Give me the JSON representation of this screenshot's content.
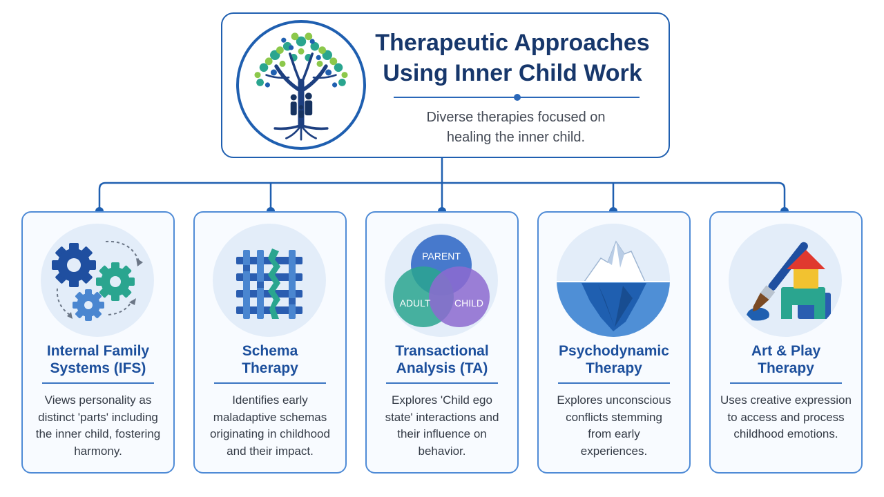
{
  "header": {
    "title_line1": "Therapeutic Approaches",
    "title_line2": "Using Inner Child Work",
    "subtitle_line1": "Diverse therapies focused on",
    "subtitle_line2": "healing the inner child."
  },
  "colors": {
    "primary": "#1f5fb0",
    "title": "#17376b",
    "card_title": "#1c4f9c",
    "card_border": "#4f8bd6",
    "icon_bg": "#e3edf9"
  },
  "cards": [
    {
      "title_line1": "Internal Family",
      "title_line2": "Systems (IFS)",
      "desc": [
        "Views personality as",
        "distinct 'parts' including",
        "the inner child, fostering",
        "harmony."
      ],
      "icon": "gears-icon"
    },
    {
      "title_line1": "Schema",
      "title_line2": "Therapy",
      "desc": [
        "Identifies early",
        "maladaptive schemas",
        "originating in childhood",
        "and their impact."
      ],
      "icon": "woven-grid-icon"
    },
    {
      "title_line1": "Transactional",
      "title_line2": "Analysis (TA)",
      "desc": [
        "Explores 'Child ego",
        "state' interactions and",
        "their influence on",
        "behavior."
      ],
      "icon": "ego-states-venn-icon",
      "venn": {
        "top": "PARENT",
        "left": "ADULT",
        "right": "CHILD"
      }
    },
    {
      "title_line1": "Psychodynamic",
      "title_line2": "Therapy",
      "desc": [
        "Explores unconscious",
        "conflicts stemming",
        "from early",
        "experiences."
      ],
      "icon": "iceberg-icon"
    },
    {
      "title_line1": "Art & Play",
      "title_line2": "Therapy",
      "desc": [
        "Uses creative expression",
        "to access and process",
        "childhood emotions."
      ],
      "icon": "paintbrush-blocks-icon"
    }
  ]
}
